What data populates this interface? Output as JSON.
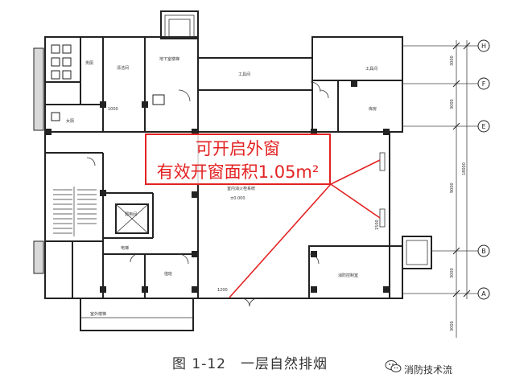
{
  "callout": {
    "line1": "可开启外窗",
    "line2": "有效开窗面积1.05m²"
  },
  "caption": "图 1-12　一层自然排烟",
  "watermark": "消防技术流",
  "axis_labels": [
    "H",
    "F",
    "E",
    "B",
    "A"
  ],
  "room_labels": {
    "toilet_men": "男厕",
    "toilet_women": "女厕",
    "cleaning": "清洁间",
    "weak_room": "弱电间",
    "basement_stair": "地下室楼梯",
    "corridor_tool": "工具间",
    "tool_room": "工具间",
    "storage": "库房",
    "hall": "室内消火栓系统",
    "elevation": "±0.000",
    "fire_room": "消防控制室",
    "duty": "值班",
    "elevator": "电梯",
    "stair_down": "室外楼梯"
  },
  "dimensions": {
    "right": [
      "3000",
      "3000",
      "18000",
      "9000",
      "3000",
      "3000"
    ],
    "door_1000": "1000",
    "door_1200": "1200",
    "door_1500": "1500"
  }
}
